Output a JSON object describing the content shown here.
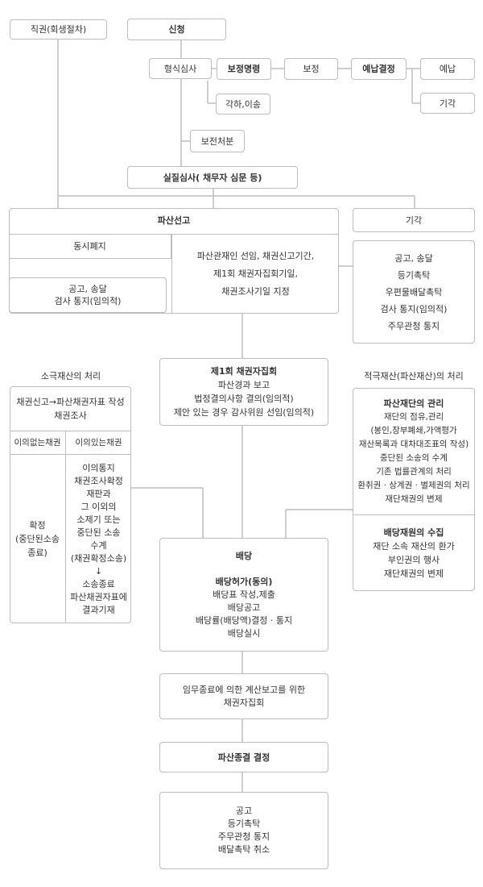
{
  "top": {
    "jikgwon": "직권(회생절차)",
    "sincheong": "신청",
    "hyeongsik": "형식심사",
    "bojeong_myeongryeong": "보정명령",
    "bojeong": "보정",
    "yenap_gyeoljeong": "예납결정",
    "yenap": "예납",
    "gigak": "기각",
    "gakha": "각하,이송",
    "bojeon": "보전처분",
    "siljil": "실질심사( 채무자 심문 등)"
  },
  "declare": {
    "title": "파산선고",
    "gigak": "기각",
    "dongsi": "동시폐지",
    "gongo_left": [
      "공고, 송달",
      "검사 통지(임의적)"
    ],
    "center_lines": [
      "파산관재인 선임, 채권신고기간,",
      "제1회 채권자집회기일,",
      "채권조사기일 지정"
    ],
    "gongo_right": [
      "공고, 송달",
      "등기촉탁",
      "우편물배달촉탁",
      "검사 통지(임의적)",
      "주무관청 통지"
    ]
  },
  "passive": {
    "heading": "소극재산의 처리",
    "top_lines": [
      "채권신고→파산채권자표 작성",
      "채권조사"
    ],
    "no_objection": "이의없는채권",
    "objection": "이의있는채권",
    "left_lines": [
      "확정",
      "(중단된소송",
      "종료)"
    ],
    "right_lines": [
      "이의통지",
      "채권조사확정",
      "재판과",
      "그 이외의",
      "소제기 또는",
      "중단된 소송",
      "수계",
      "(채권확정소송)",
      "↓",
      "소송종료",
      "파산채권자표에",
      "결과기재"
    ]
  },
  "meeting1": {
    "title": "제1회 채권자집회",
    "lines": [
      "파산경과 보고",
      "법정결의사항 결의(임의적)",
      "제안 있는 경우 감사위원 선임(임의적)"
    ]
  },
  "active": {
    "heading": "적극재산(파산재산)의 처리",
    "mgmt_title": "파산재단의 관리",
    "mgmt_lines": [
      "재단의 점유,관리",
      "(봉인,장부폐쇄,가액평가",
      "재산목록과 대차대조표의 작성)",
      "중단된 소송의 수계",
      "기존 법률관계의 처리",
      "환취권 · 상계권 · 별제권의 처리",
      "재단채권의 변제"
    ],
    "collect_title": "배당재원의 수집",
    "collect_lines": [
      "재단 소속 재산의 환가",
      "부인권의 행사",
      "재단채권의 변제"
    ]
  },
  "dividend": {
    "title": "배당",
    "sub_title": "배당허가(동의)",
    "lines": [
      "배당표 작성,제출",
      "배당공고",
      "배당률(배당액)결정 · 통지",
      "배당실시"
    ]
  },
  "final_meeting": {
    "lines": [
      "임무종료에 의한 계산보고를 위한",
      "채권자집회"
    ]
  },
  "conclusion": {
    "title": "파산종결 결정",
    "lines": [
      "공고",
      "등기촉탁",
      "주무관청 통지",
      "배달촉탁 취소"
    ]
  }
}
